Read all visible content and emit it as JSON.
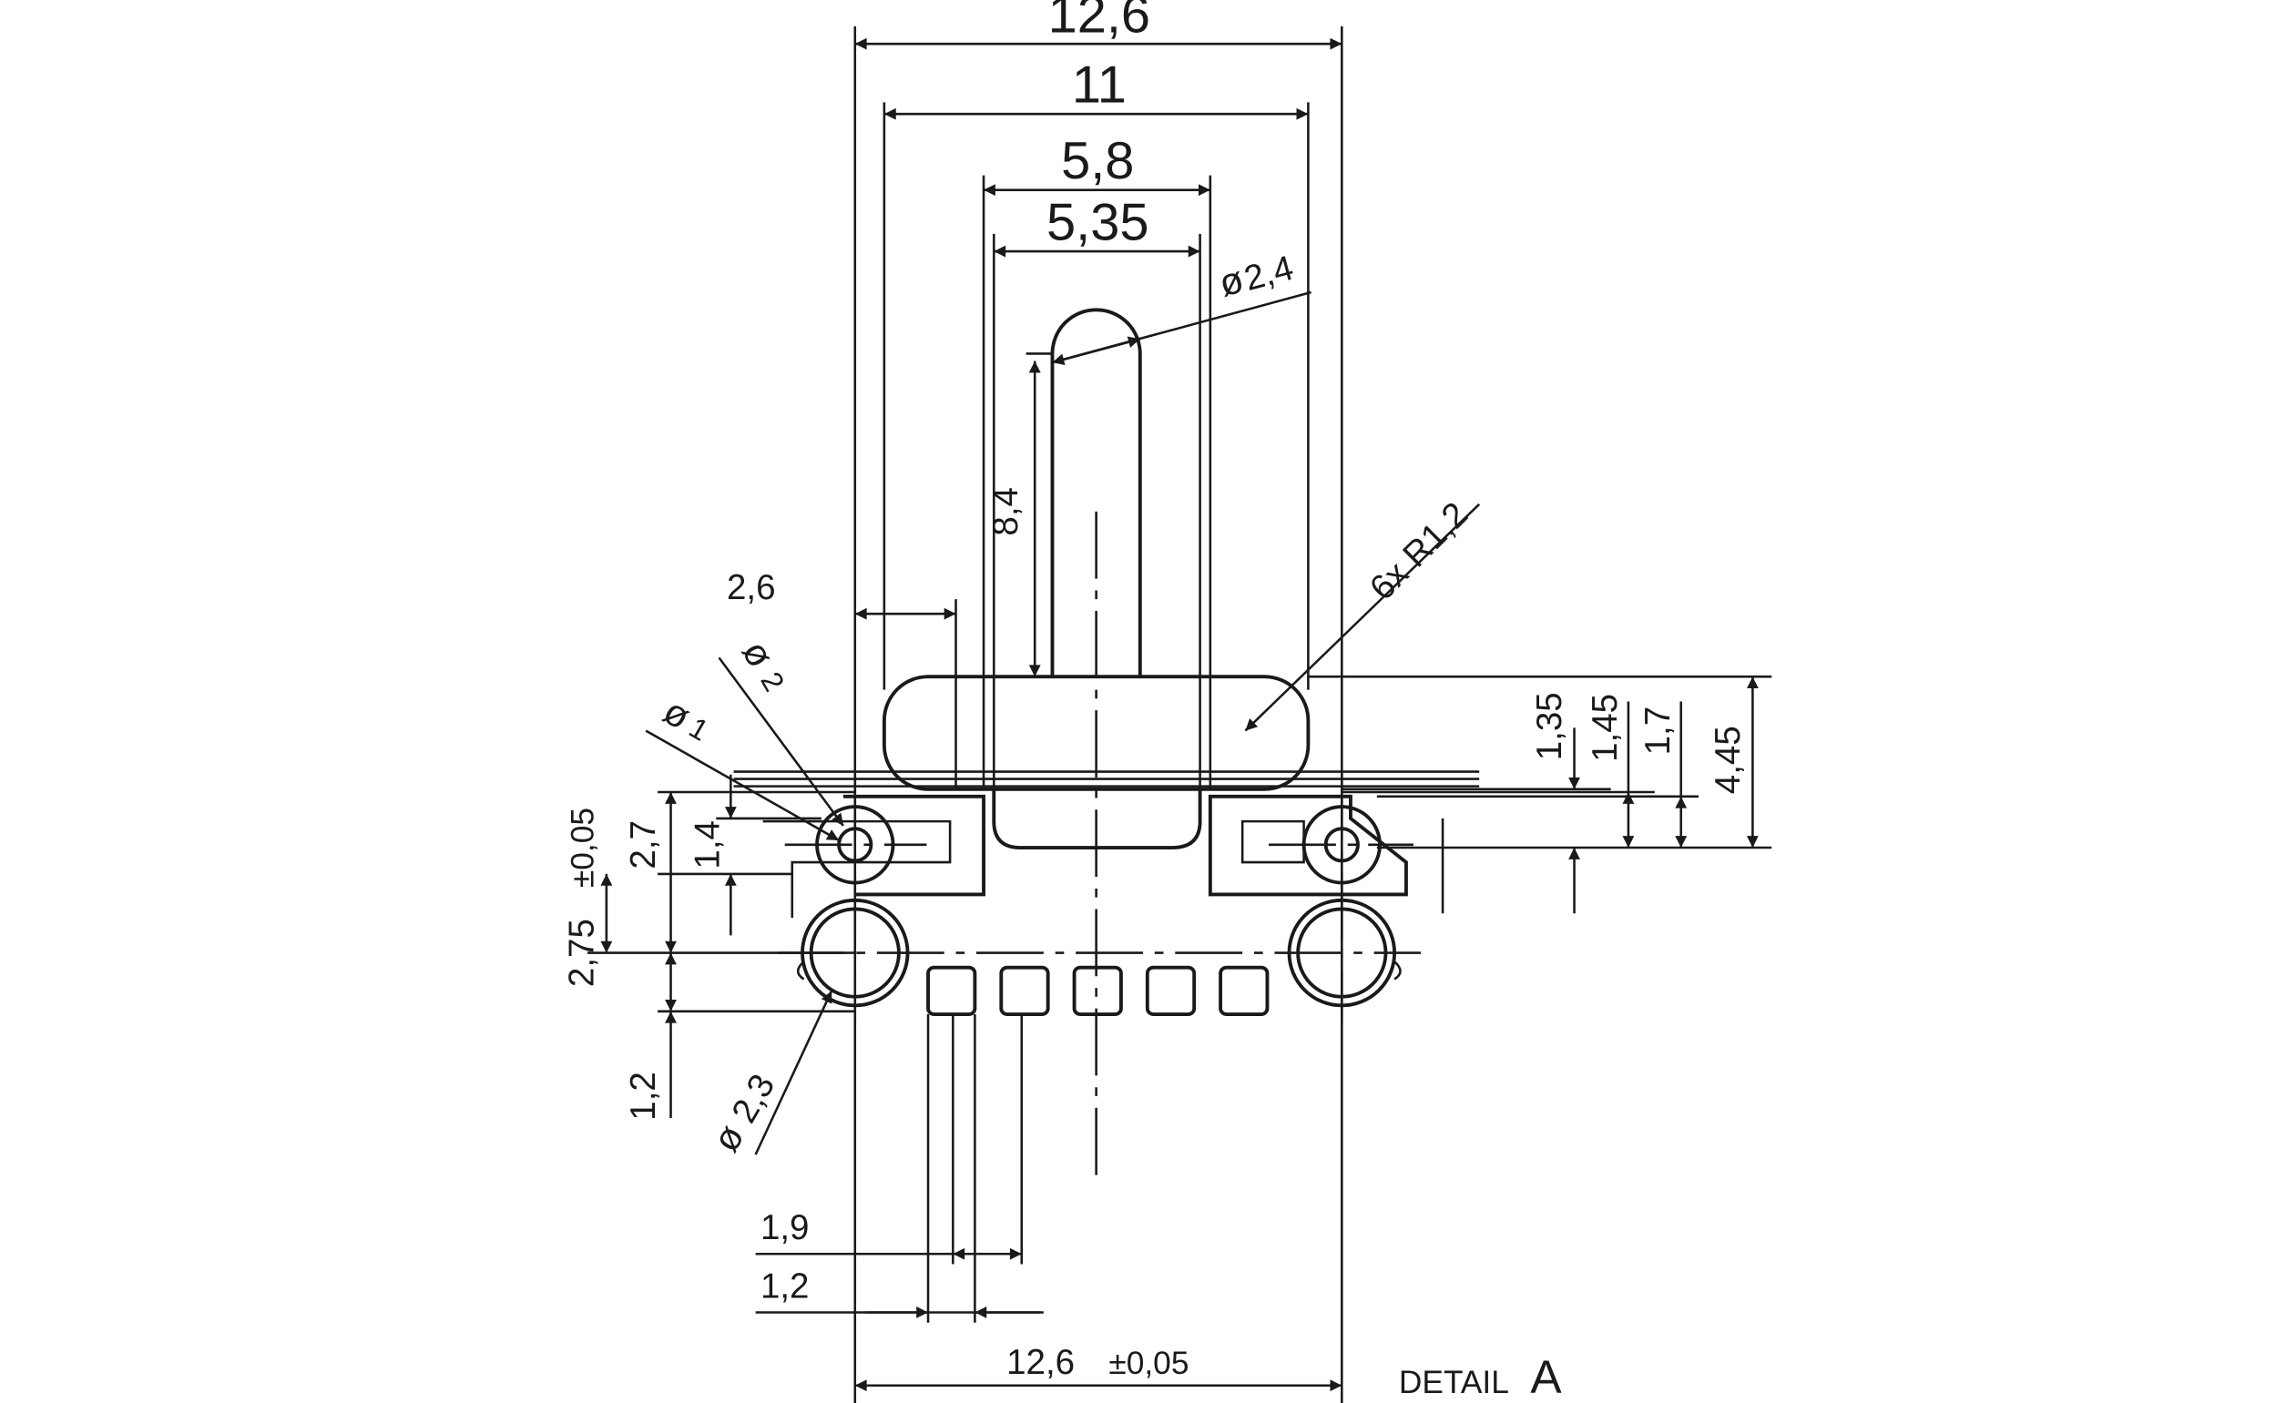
{
  "drawing": {
    "detail_prefix": "DETAIL",
    "detail_letter": "A",
    "dims": {
      "top_width": "12,6",
      "inner_width": "11",
      "slot_width_outer": "5,8",
      "slot_width_inner": "5,35",
      "slot_diameter": "2,4",
      "slot_length": "8,4",
      "radius_note": "6x  R1,2",
      "left_offset": "2,6",
      "hole_d2": "2",
      "hole_d1": "1",
      "h_1_35": "1,35",
      "h_1_45": "1,45",
      "h_1_7": "1,7",
      "h_4_45": "4,45",
      "h_2_7": "2,7",
      "h_1_4": "1,4",
      "h_2_75": "2,75",
      "h_tol": "±0,05",
      "h_1_2": "1,2",
      "pin_d": "2,3",
      "pitch_1_9": "1,9",
      "pad_1_2": "1,2",
      "bottom_width": "12,6",
      "bottom_tol": "±0,05"
    }
  }
}
